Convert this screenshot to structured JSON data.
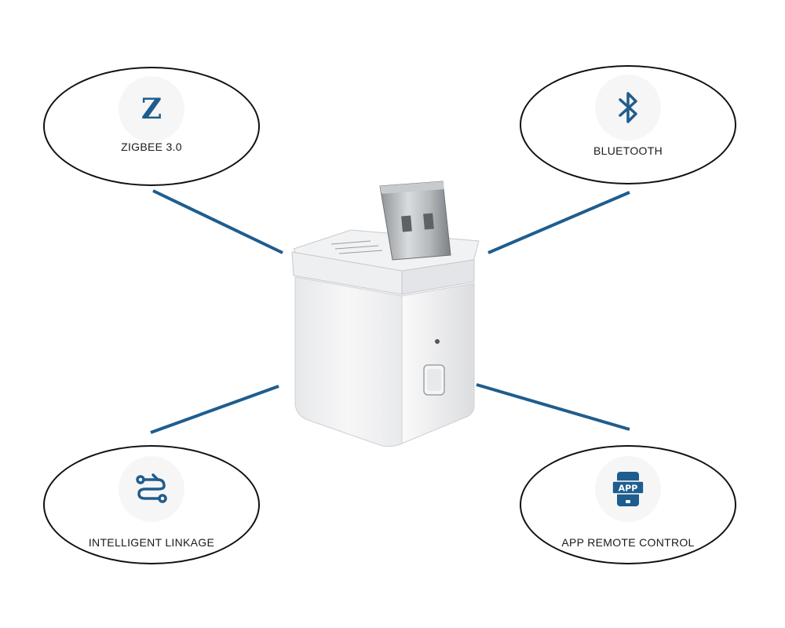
{
  "features": {
    "zigbee": {
      "label": "ZIGBEE 3.0",
      "icon": "zigbee-z-icon",
      "glyph": "Z"
    },
    "bluetooth": {
      "label": "BLUETOOTH",
      "icon": "bluetooth-icon"
    },
    "linkage": {
      "label": "INTELLIGENT LINKAGE",
      "icon": "linkage-icon"
    },
    "app": {
      "label": "APP REMOTE CONTROL",
      "icon": "app-icon",
      "badge": "APP"
    }
  },
  "colors": {
    "accent": "#1f5d8e",
    "connector": "#1f5d8e",
    "outline": "#111111"
  }
}
